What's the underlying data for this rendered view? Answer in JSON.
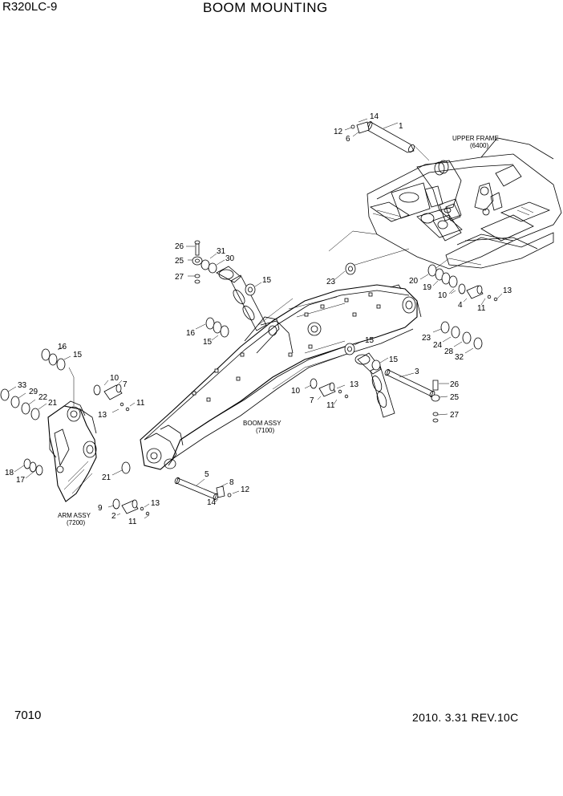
{
  "header": {
    "model": "R320LC-9",
    "title": "BOOM MOUNTING"
  },
  "footer": {
    "page_number": "7010",
    "revision": "2010. 3.31  REV.10C"
  },
  "assemblies": {
    "upper_frame": {
      "name": "UPPER FRAME",
      "code": "(6400)"
    },
    "boom": {
      "name": "BOOM ASSY",
      "code": "(7100)"
    },
    "arm": {
      "name": "ARM ASSY",
      "code": "(7200)"
    }
  },
  "callouts": {
    "c1": "1",
    "c14a": "14",
    "c12a": "12",
    "c6": "6",
    "c26a": "26",
    "c25a": "25",
    "c31": "31",
    "c30": "30",
    "c27a": "27",
    "c15a": "15",
    "c23a": "23",
    "c20": "20",
    "c19": "19",
    "c10a": "10",
    "c4": "4",
    "c13a": "13",
    "c11a": "11",
    "c16a": "16",
    "c15b": "15",
    "c23b": "23",
    "c24": "24",
    "c28": "28",
    "c32": "32",
    "c15c": "15",
    "c16b": "16",
    "c15d": "15",
    "c33": "33",
    "c29": "29",
    "c22": "22",
    "c21a": "21",
    "c10b": "10",
    "c7a": "7",
    "c11b": "11",
    "c13b": "13",
    "c3": "3",
    "c26b": "26",
    "c25b": "25",
    "c27b": "27",
    "c15e": "15",
    "c13c": "13",
    "c10c": "10",
    "c7b": "7",
    "c11c": "11",
    "c18": "18",
    "c17": "17",
    "c21b": "21",
    "c9": "9",
    "c2": "2",
    "c13d": "13",
    "c11d": "11",
    "c5": "5",
    "c8": "8",
    "c12b": "12",
    "c14b": "14"
  }
}
